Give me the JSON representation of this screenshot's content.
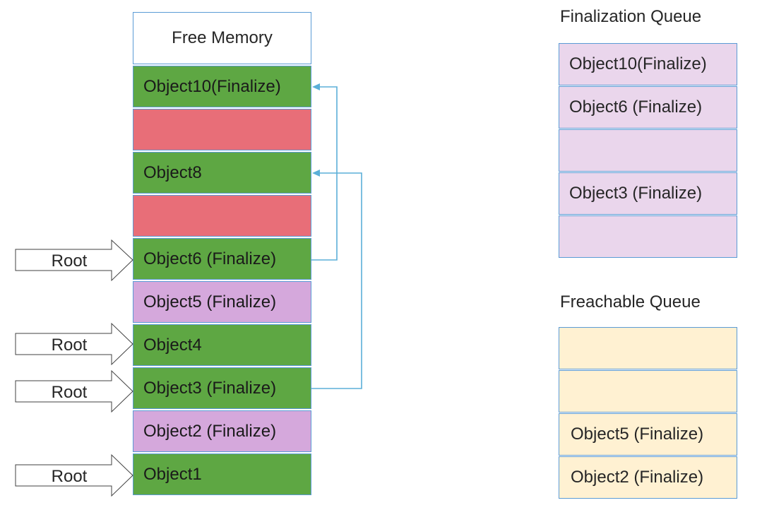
{
  "heap": [
    {
      "label": "Free Memory",
      "kind": "free"
    },
    {
      "label": "Object10(Finalize)",
      "kind": "green"
    },
    {
      "label": "",
      "kind": "red"
    },
    {
      "label": "Object8",
      "kind": "green"
    },
    {
      "label": "",
      "kind": "red"
    },
    {
      "label": "Object6 (Finalize)",
      "kind": "green"
    },
    {
      "label": "Object5 (Finalize)",
      "kind": "lilac"
    },
    {
      "label": "Object4",
      "kind": "green"
    },
    {
      "label": "Object3 (Finalize)",
      "kind": "green"
    },
    {
      "label": "Object2 (Finalize)",
      "kind": "lilac"
    },
    {
      "label": "Object1",
      "kind": "green"
    }
  ],
  "roots": {
    "label": "Root"
  },
  "finalization_queue": {
    "title": "Finalization Queue",
    "items": [
      "Object10(Finalize)",
      "Object6 (Finalize)",
      "",
      "Object3 (Finalize)",
      ""
    ]
  },
  "freachable_queue": {
    "title": "Freachable Queue",
    "items": [
      "",
      "",
      "Object5 (Finalize)",
      "Object2 (Finalize)"
    ]
  },
  "colors": {
    "reachable": "#5ea743",
    "unreachable": "#e86e78",
    "finalizable": "#d5a8dc",
    "finalization_queue_bg": "#ead6ec",
    "freachable_queue_bg": "#fff1d2",
    "reference_line": "#5bafd8"
  }
}
